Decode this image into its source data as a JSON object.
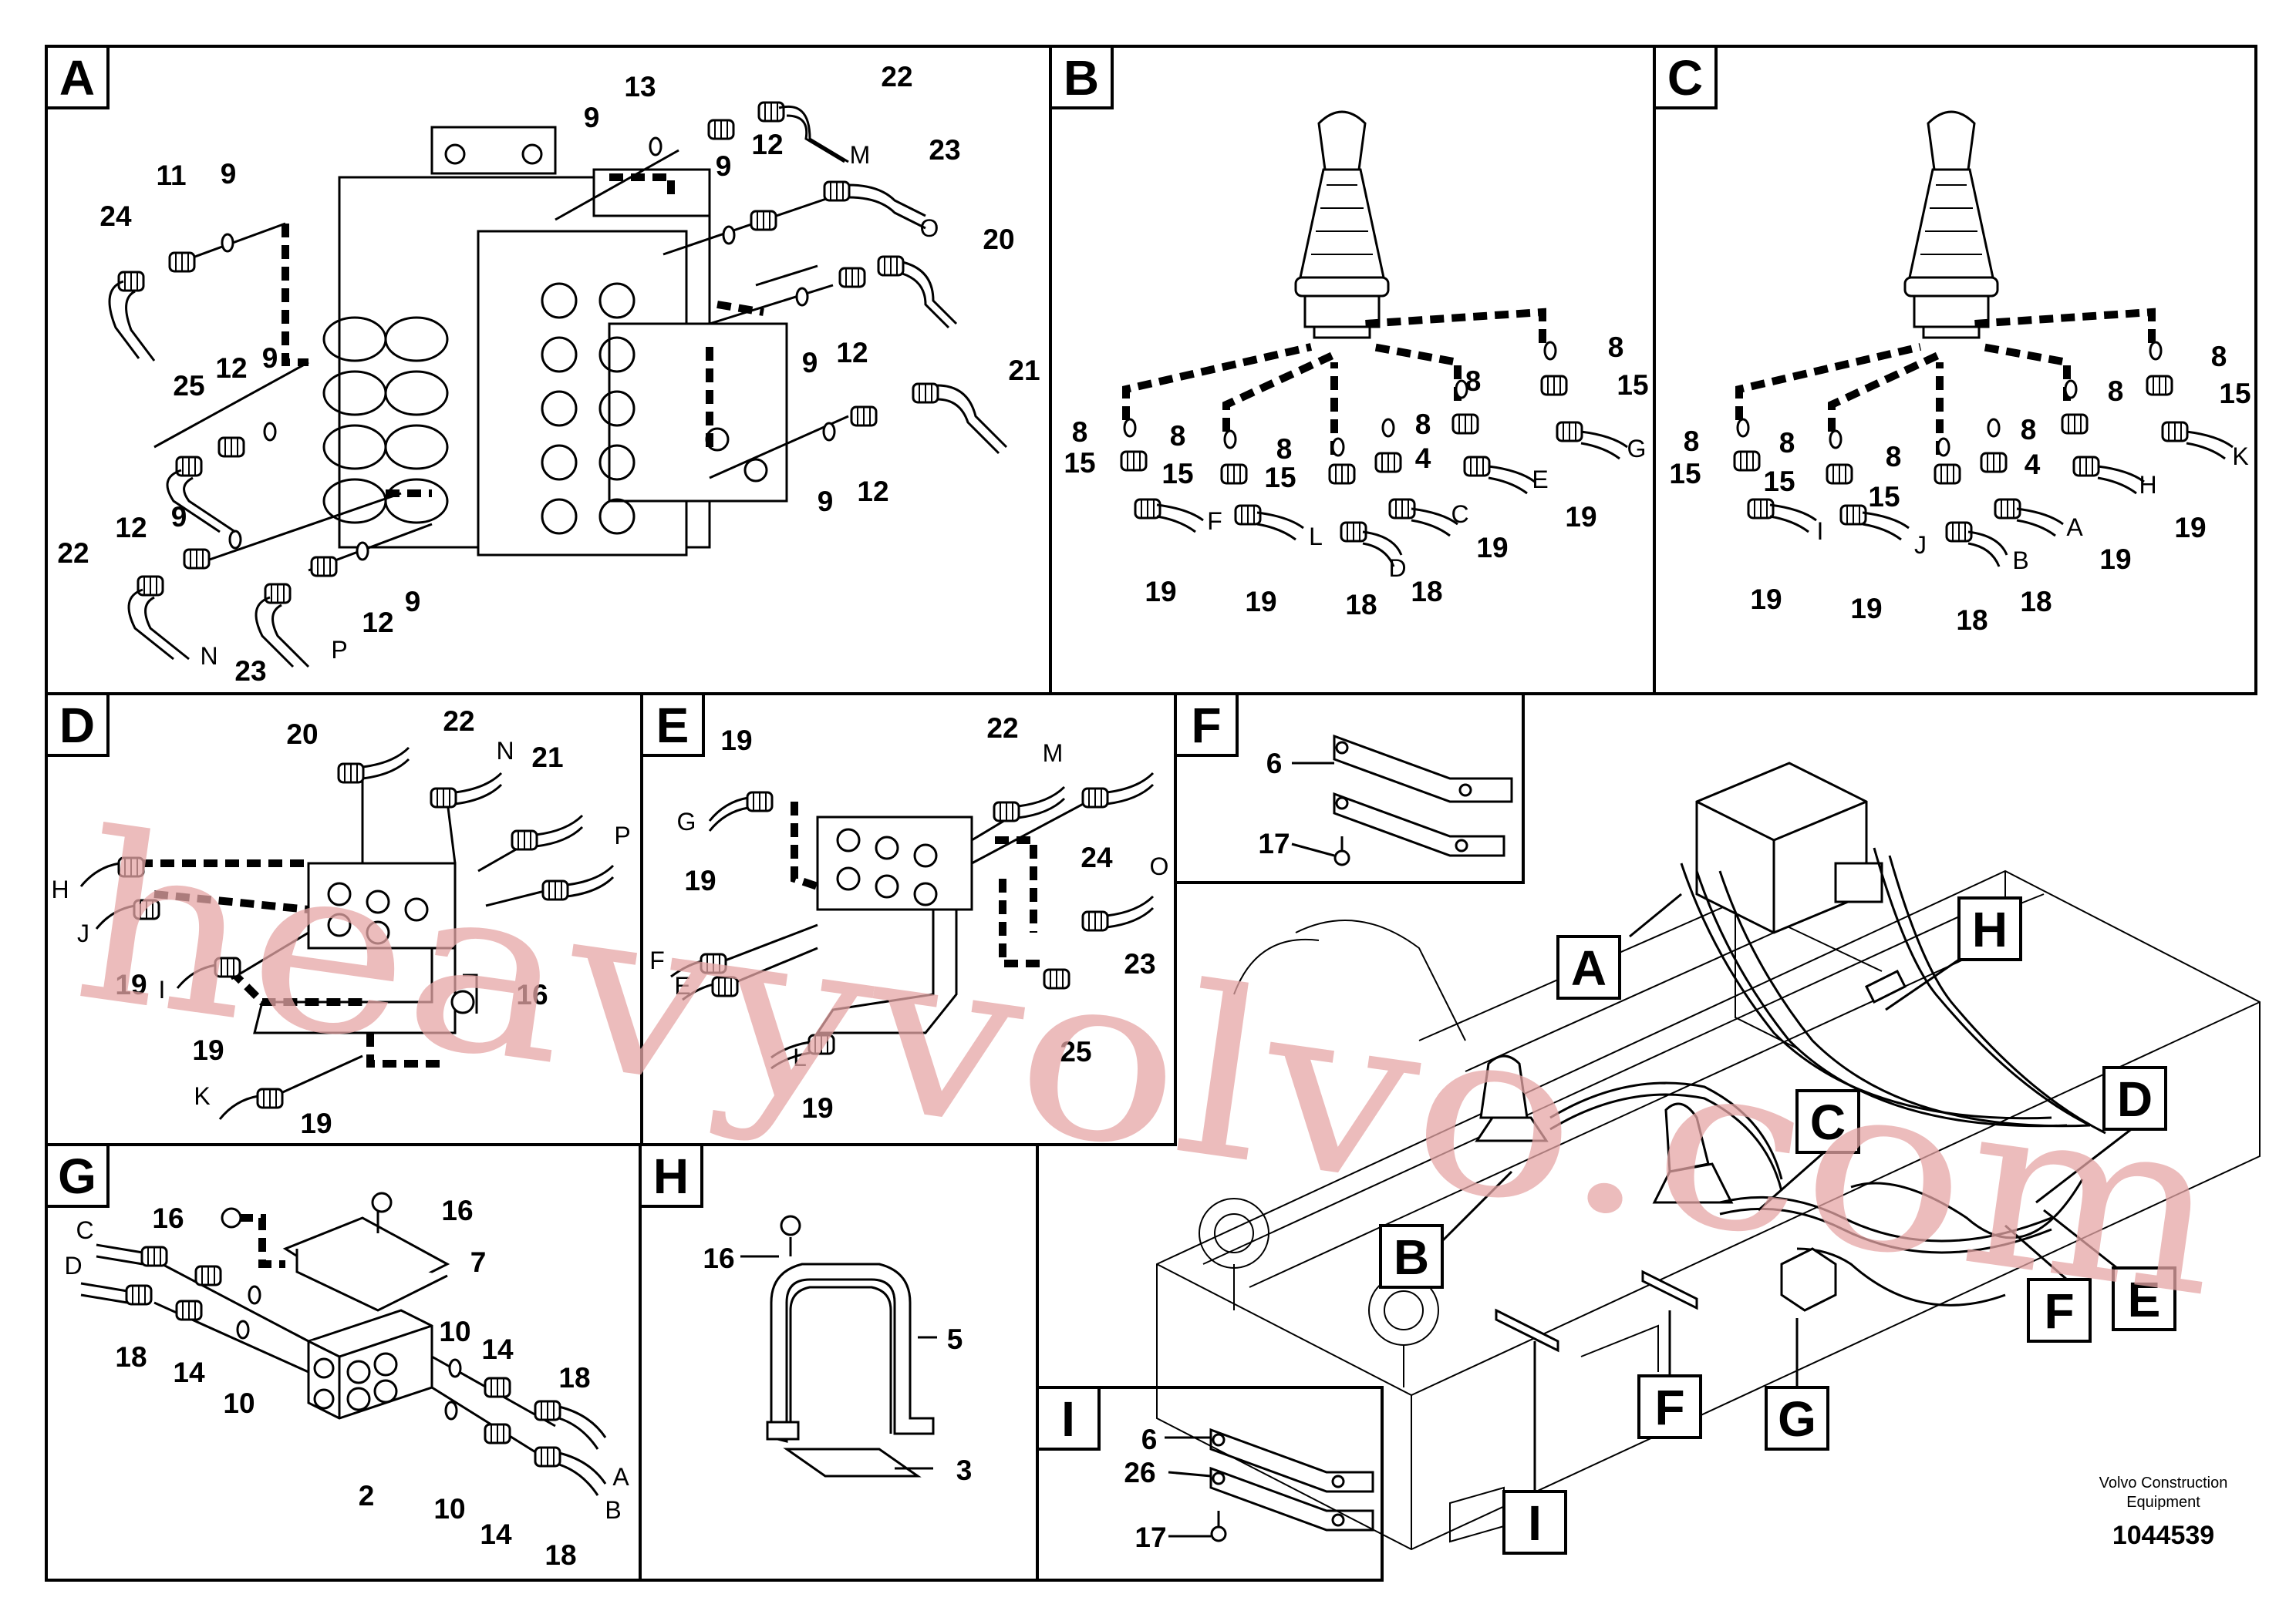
{
  "watermark": "heavyvolvo.com",
  "footer": {
    "company_line1": "Volvo Construction",
    "company_line2": "Equipment",
    "drawing_number": "1044539"
  },
  "panels": {
    "A": {
      "letter": "A",
      "numbers": [
        "13",
        "22",
        "9",
        "9",
        "12",
        "23",
        "11",
        "9",
        "24",
        "20",
        "12",
        "9",
        "25",
        "12",
        "9",
        "9",
        "12",
        "21",
        "9",
        "12",
        "12",
        "9",
        "22",
        "12",
        "9",
        "23"
      ],
      "ports": [
        "M",
        "O",
        "N",
        "P"
      ]
    },
    "B": {
      "letter": "B",
      "numbers": [
        "8",
        "8",
        "15",
        "8",
        "8",
        "8",
        "8",
        "4",
        "15",
        "15",
        "15",
        "19",
        "19",
        "18",
        "18",
        "19",
        "19"
      ],
      "ports": [
        "G",
        "E",
        "F",
        "L",
        "C",
        "D"
      ]
    },
    "C": {
      "letter": "C",
      "numbers": [
        "8",
        "8",
        "15",
        "8",
        "8",
        "8",
        "8",
        "4",
        "15",
        "15",
        "15",
        "19",
        "19",
        "18",
        "18",
        "19",
        "19"
      ],
      "ports": [
        "K",
        "H",
        "I",
        "J",
        "A",
        "B"
      ]
    },
    "D": {
      "letter": "D",
      "numbers": [
        "20",
        "22",
        "21",
        "19",
        "16",
        "19",
        "19"
      ],
      "ports": [
        "N",
        "P",
        "H",
        "J",
        "I",
        "K"
      ]
    },
    "E": {
      "letter": "E",
      "numbers": [
        "19",
        "22",
        "24",
        "23",
        "19",
        "25",
        "19"
      ],
      "ports": [
        "G",
        "M",
        "O",
        "F",
        "E",
        "L"
      ]
    },
    "F": {
      "letter": "F",
      "numbers": [
        "6",
        "17"
      ]
    },
    "G": {
      "letter": "G",
      "numbers": [
        "16",
        "16",
        "7",
        "10",
        "14",
        "18",
        "14",
        "10",
        "18",
        "2",
        "10",
        "14",
        "18"
      ],
      "ports": [
        "C",
        "D",
        "A",
        "B"
      ]
    },
    "H": {
      "letter": "H",
      "numbers": [
        "16",
        "5",
        "3"
      ]
    },
    "I": {
      "letter": "I",
      "numbers": [
        "6",
        "26",
        "17"
      ]
    }
  },
  "overview_callouts": [
    "A",
    "H",
    "D",
    "C",
    "B",
    "F",
    "E",
    "I",
    "F",
    "G"
  ]
}
